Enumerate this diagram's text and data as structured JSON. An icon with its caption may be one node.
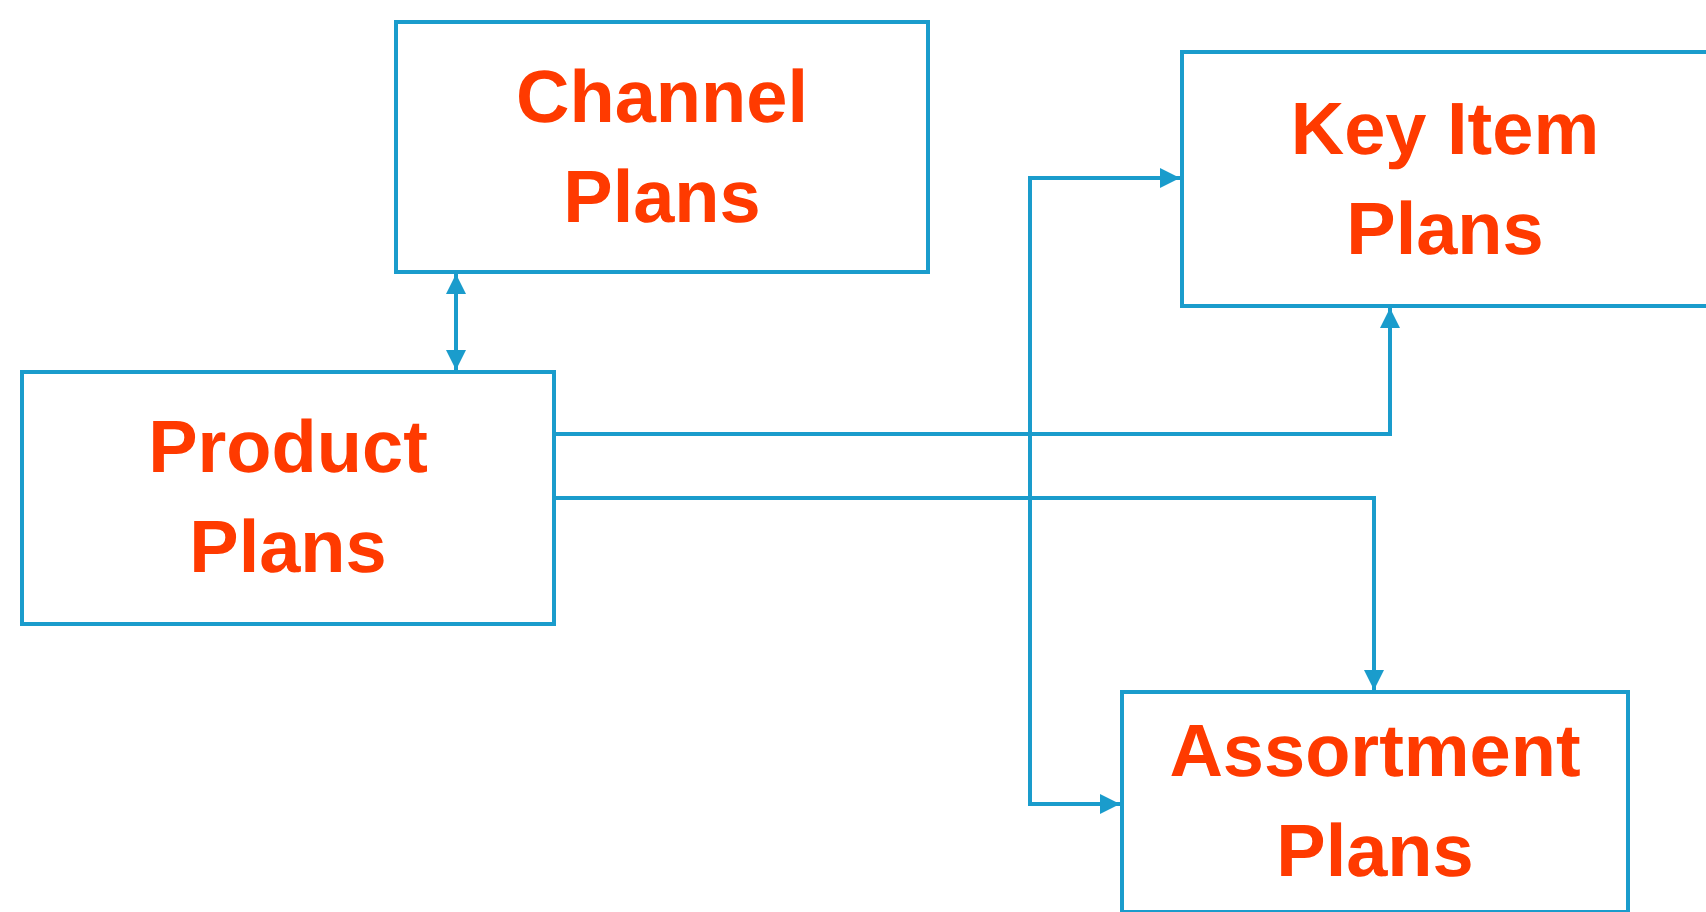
{
  "diagram": {
    "nodes": [
      {
        "text": [
          "Channel Plans"
        ]
      },
      {
        "text": [
          "Key Item Plans"
        ]
      },
      {
        "text": [
          "Product Plans"
        ]
      },
      {
        "text": [
          "Assortment Plans"
        ]
      }
    ],
    "edges": [
      {
        "from": 0,
        "to": 2,
        "arrow": "both"
      },
      {
        "from": 2,
        "to": 1,
        "arrow": "to"
      },
      {
        "from": 2,
        "to": 3,
        "arrow": "to"
      },
      {
        "from": 1,
        "to": 3,
        "arrow": "both"
      }
    ]
  }
}
